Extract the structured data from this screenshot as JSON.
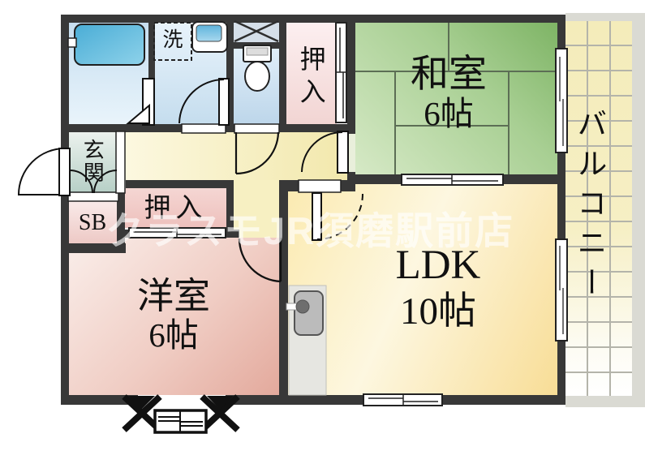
{
  "floorplan": {
    "watermark": "クラスモJR須磨駅前店",
    "balcony_label": "バルコニー",
    "rooms": {
      "washitsu": {
        "name": "和室",
        "size": "6帖"
      },
      "ldk": {
        "name": "LDK",
        "size": "10帖"
      },
      "youshitsu": {
        "name": "洋室",
        "size": "6帖"
      },
      "oshiire_upper": {
        "label": "押入"
      },
      "oshiire_lower": {
        "label": "押入"
      },
      "genkan": {
        "label": "玄関"
      },
      "shoe_box": {
        "label": "SB"
      },
      "laundry": {
        "label": "洗"
      }
    },
    "colors": {
      "wall": "#383838",
      "washitsu_green": "#9cc487",
      "ldk_yellow": "#f9e2a0",
      "youshitsu_pink": "#eec4ba",
      "wet_area_blue": "#cfe3f2",
      "balcony_tile": "#f5edbc",
      "watermark": "#ffffff"
    }
  }
}
